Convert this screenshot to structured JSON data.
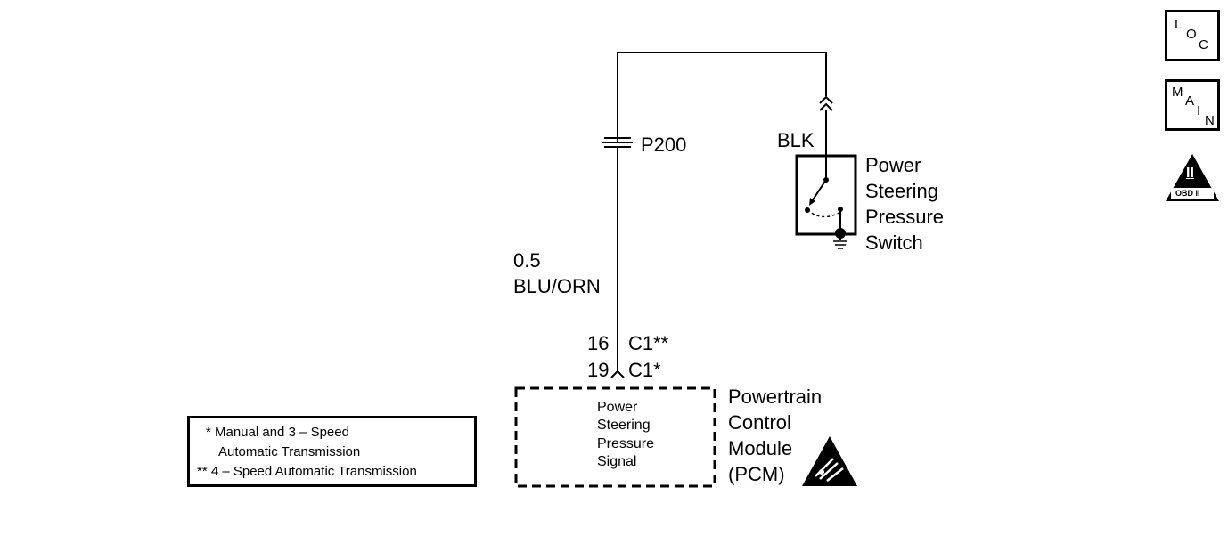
{
  "splice": {
    "label": "P200"
  },
  "wire_signal": {
    "gauge": "0.5",
    "color": "BLU/ORN"
  },
  "wire_ground": {
    "color": "BLK"
  },
  "switch": {
    "lines": [
      "Power",
      "Steering",
      "Pressure",
      "Switch"
    ]
  },
  "connector": {
    "row1": {
      "pin": "16",
      "name": "C1**"
    },
    "row2": {
      "pin": "19",
      "name": "C1*"
    }
  },
  "pcm_signal": {
    "lines": [
      "Power",
      "Steering",
      "Pressure",
      "Signal"
    ]
  },
  "pcm": {
    "lines": [
      "Powertrain",
      "Control",
      "Module",
      "(PCM)"
    ]
  },
  "legend": {
    "line1": "* Manual and 3 – Speed",
    "line2": "Automatic Transmission",
    "line3": "** 4 – Speed Automatic Transmission"
  },
  "nav": {
    "loc": {
      "l": "L",
      "o": "O",
      "c": "C"
    },
    "main": {
      "m": "M",
      "a": "A",
      "i": "I",
      "n": "N"
    },
    "obd": {
      "symbol": "II",
      "label": "OBD II"
    }
  }
}
